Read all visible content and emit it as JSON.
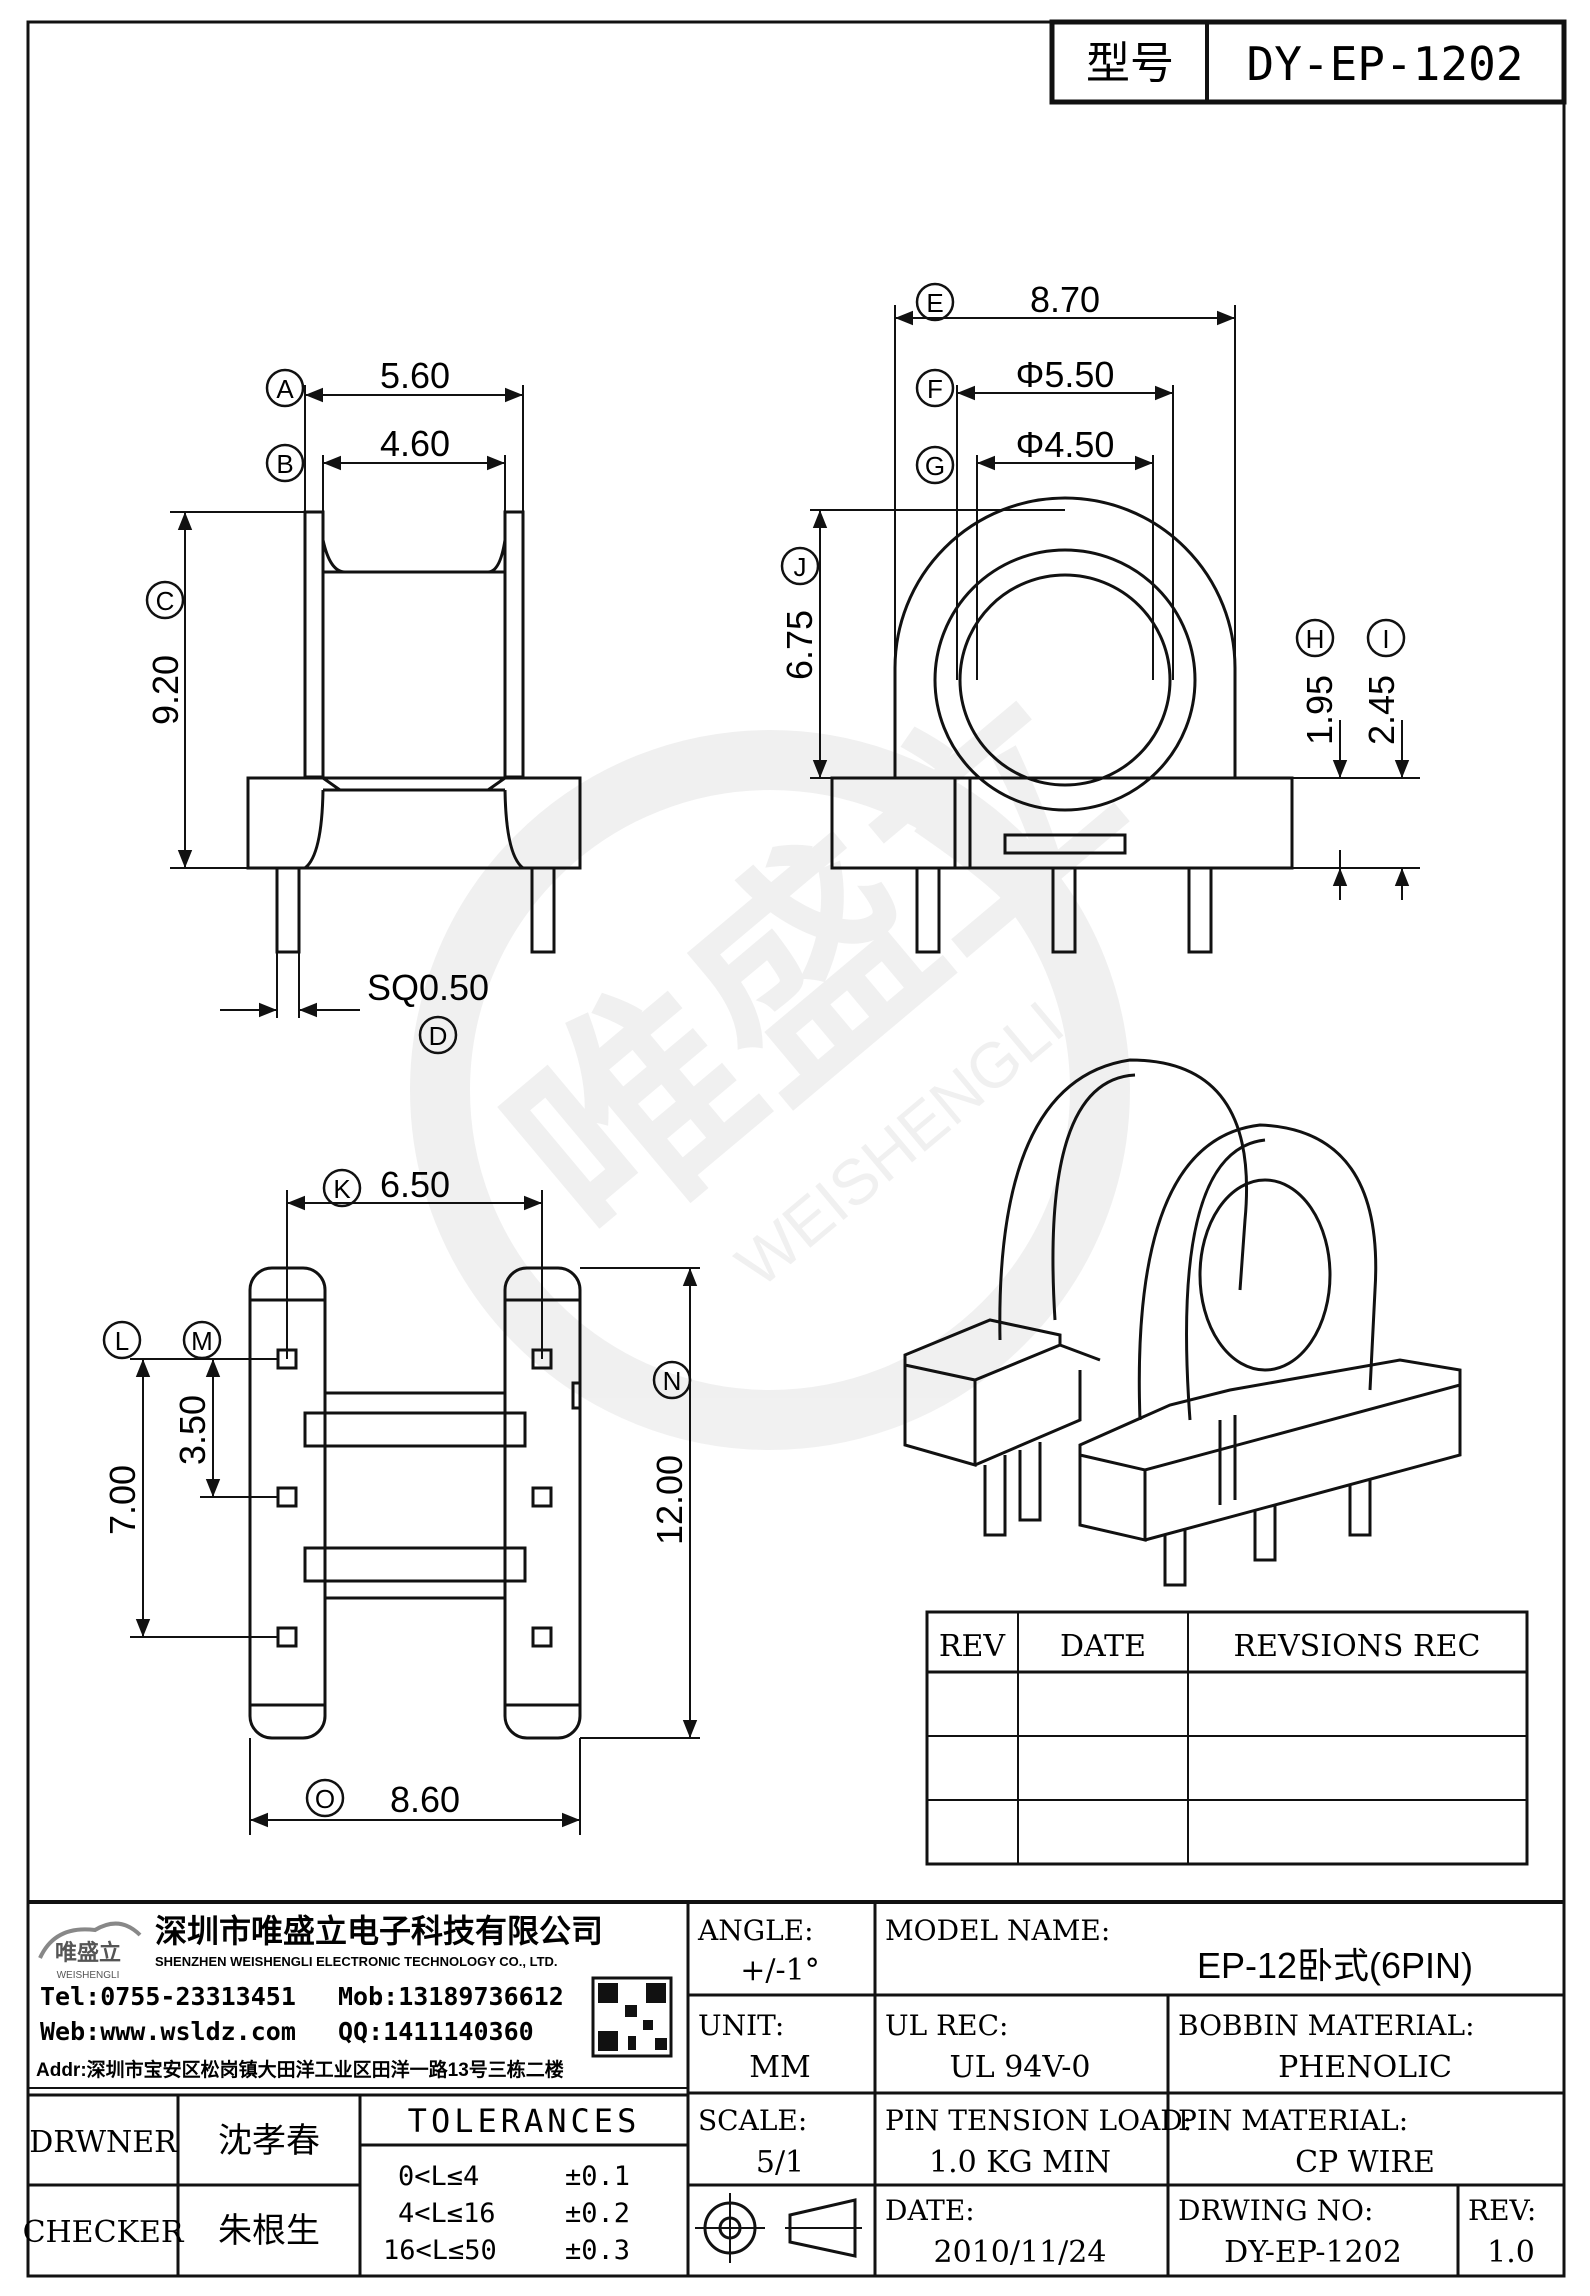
{
  "header": {
    "model_label": "型号",
    "model_value": "DY-EP-1202"
  },
  "side_view": {
    "dim_a": "5.60",
    "dim_b": "4.60",
    "dim_c": "9.20",
    "dim_d": "SQ0.50",
    "ref_a": "A",
    "ref_b": "B",
    "ref_c": "C",
    "ref_d": "D"
  },
  "front_view": {
    "dim_e": "8.70",
    "dim_f": "Φ5.50",
    "dim_g": "Φ4.50",
    "dim_j": "6.75",
    "dim_h": "1.95",
    "dim_i": "2.45",
    "ref_e": "E",
    "ref_f": "F",
    "ref_g": "G",
    "ref_h": "H",
    "ref_i": "I",
    "ref_j": "J"
  },
  "bottom_view": {
    "dim_k": "6.50",
    "dim_l": "7.00",
    "dim_m": "3.50",
    "dim_n": "12.00",
    "dim_o": "8.60",
    "ref_k": "K",
    "ref_l": "L",
    "ref_m": "M",
    "ref_n": "N",
    "ref_o": "O"
  },
  "watermark": {
    "cn": "唯盛立",
    "en": "WEISHENGLI"
  },
  "revisions": {
    "headers": [
      "REV",
      "DATE",
      "REVSIONS REC"
    ],
    "rows": [
      [
        "",
        "",
        ""
      ],
      [
        "",
        "",
        ""
      ],
      [
        "",
        "",
        ""
      ]
    ]
  },
  "title_block": {
    "company_logo_cn": "唯盛立",
    "company_logo_en": "WEISHENGLI",
    "company_name_cn": "深圳市唯盛立电子科技有限公司",
    "company_name_en": "SHENZHEN WEISHENGLI ELECTRONIC TECHNOLOGY CO., LTD.",
    "tel": "Tel:0755-23313451",
    "mob": "Mob:13189736612",
    "web": "Web:www.wsldz.com",
    "qq": "QQ:1411140360",
    "addr": "Addr:深圳市宝安区松岗镇大田洋工业区田洋一路13号三栋二楼",
    "angle_label": "ANGLE:",
    "angle_value": "+/-1°",
    "unit_label": "UNIT:",
    "unit_value": "MM",
    "scale_label": "SCALE:",
    "scale_value": "5/1",
    "model_name_label": "MODEL NAME:",
    "model_name_value": "EP-12卧式(6PIN)",
    "ul_rec_label": "UL REC:",
    "ul_rec_value": "UL 94V-0",
    "bobbin_material_label": "BOBBIN MATERIAL:",
    "bobbin_material_value": "PHENOLIC",
    "pin_tension_label": "PIN TENSION LOAD:",
    "pin_tension_value": "1.0 KG MIN",
    "pin_material_label": "PIN MATERIAL:",
    "pin_material_value": "CP WIRE",
    "date_label": "DATE:",
    "date_value": "2010/11/24",
    "drawing_no_label": "DRWING NO:",
    "drawing_no_value": "DY-EP-1202",
    "rev_label": "REV:",
    "rev_value": "1.0",
    "drawner_label": "DRWNER",
    "drawner_value": "沈孝春",
    "checker_label": "CHECKER",
    "checker_value": "朱根生",
    "tolerances_label": "TOLERANCES",
    "tol_1_range": "0<L≤4",
    "tol_1_value": "±0.1",
    "tol_2_range": "4<L≤16",
    "tol_2_value": "±0.2",
    "tol_3_range": "16<L≤50",
    "tol_3_value": "±0.3"
  }
}
